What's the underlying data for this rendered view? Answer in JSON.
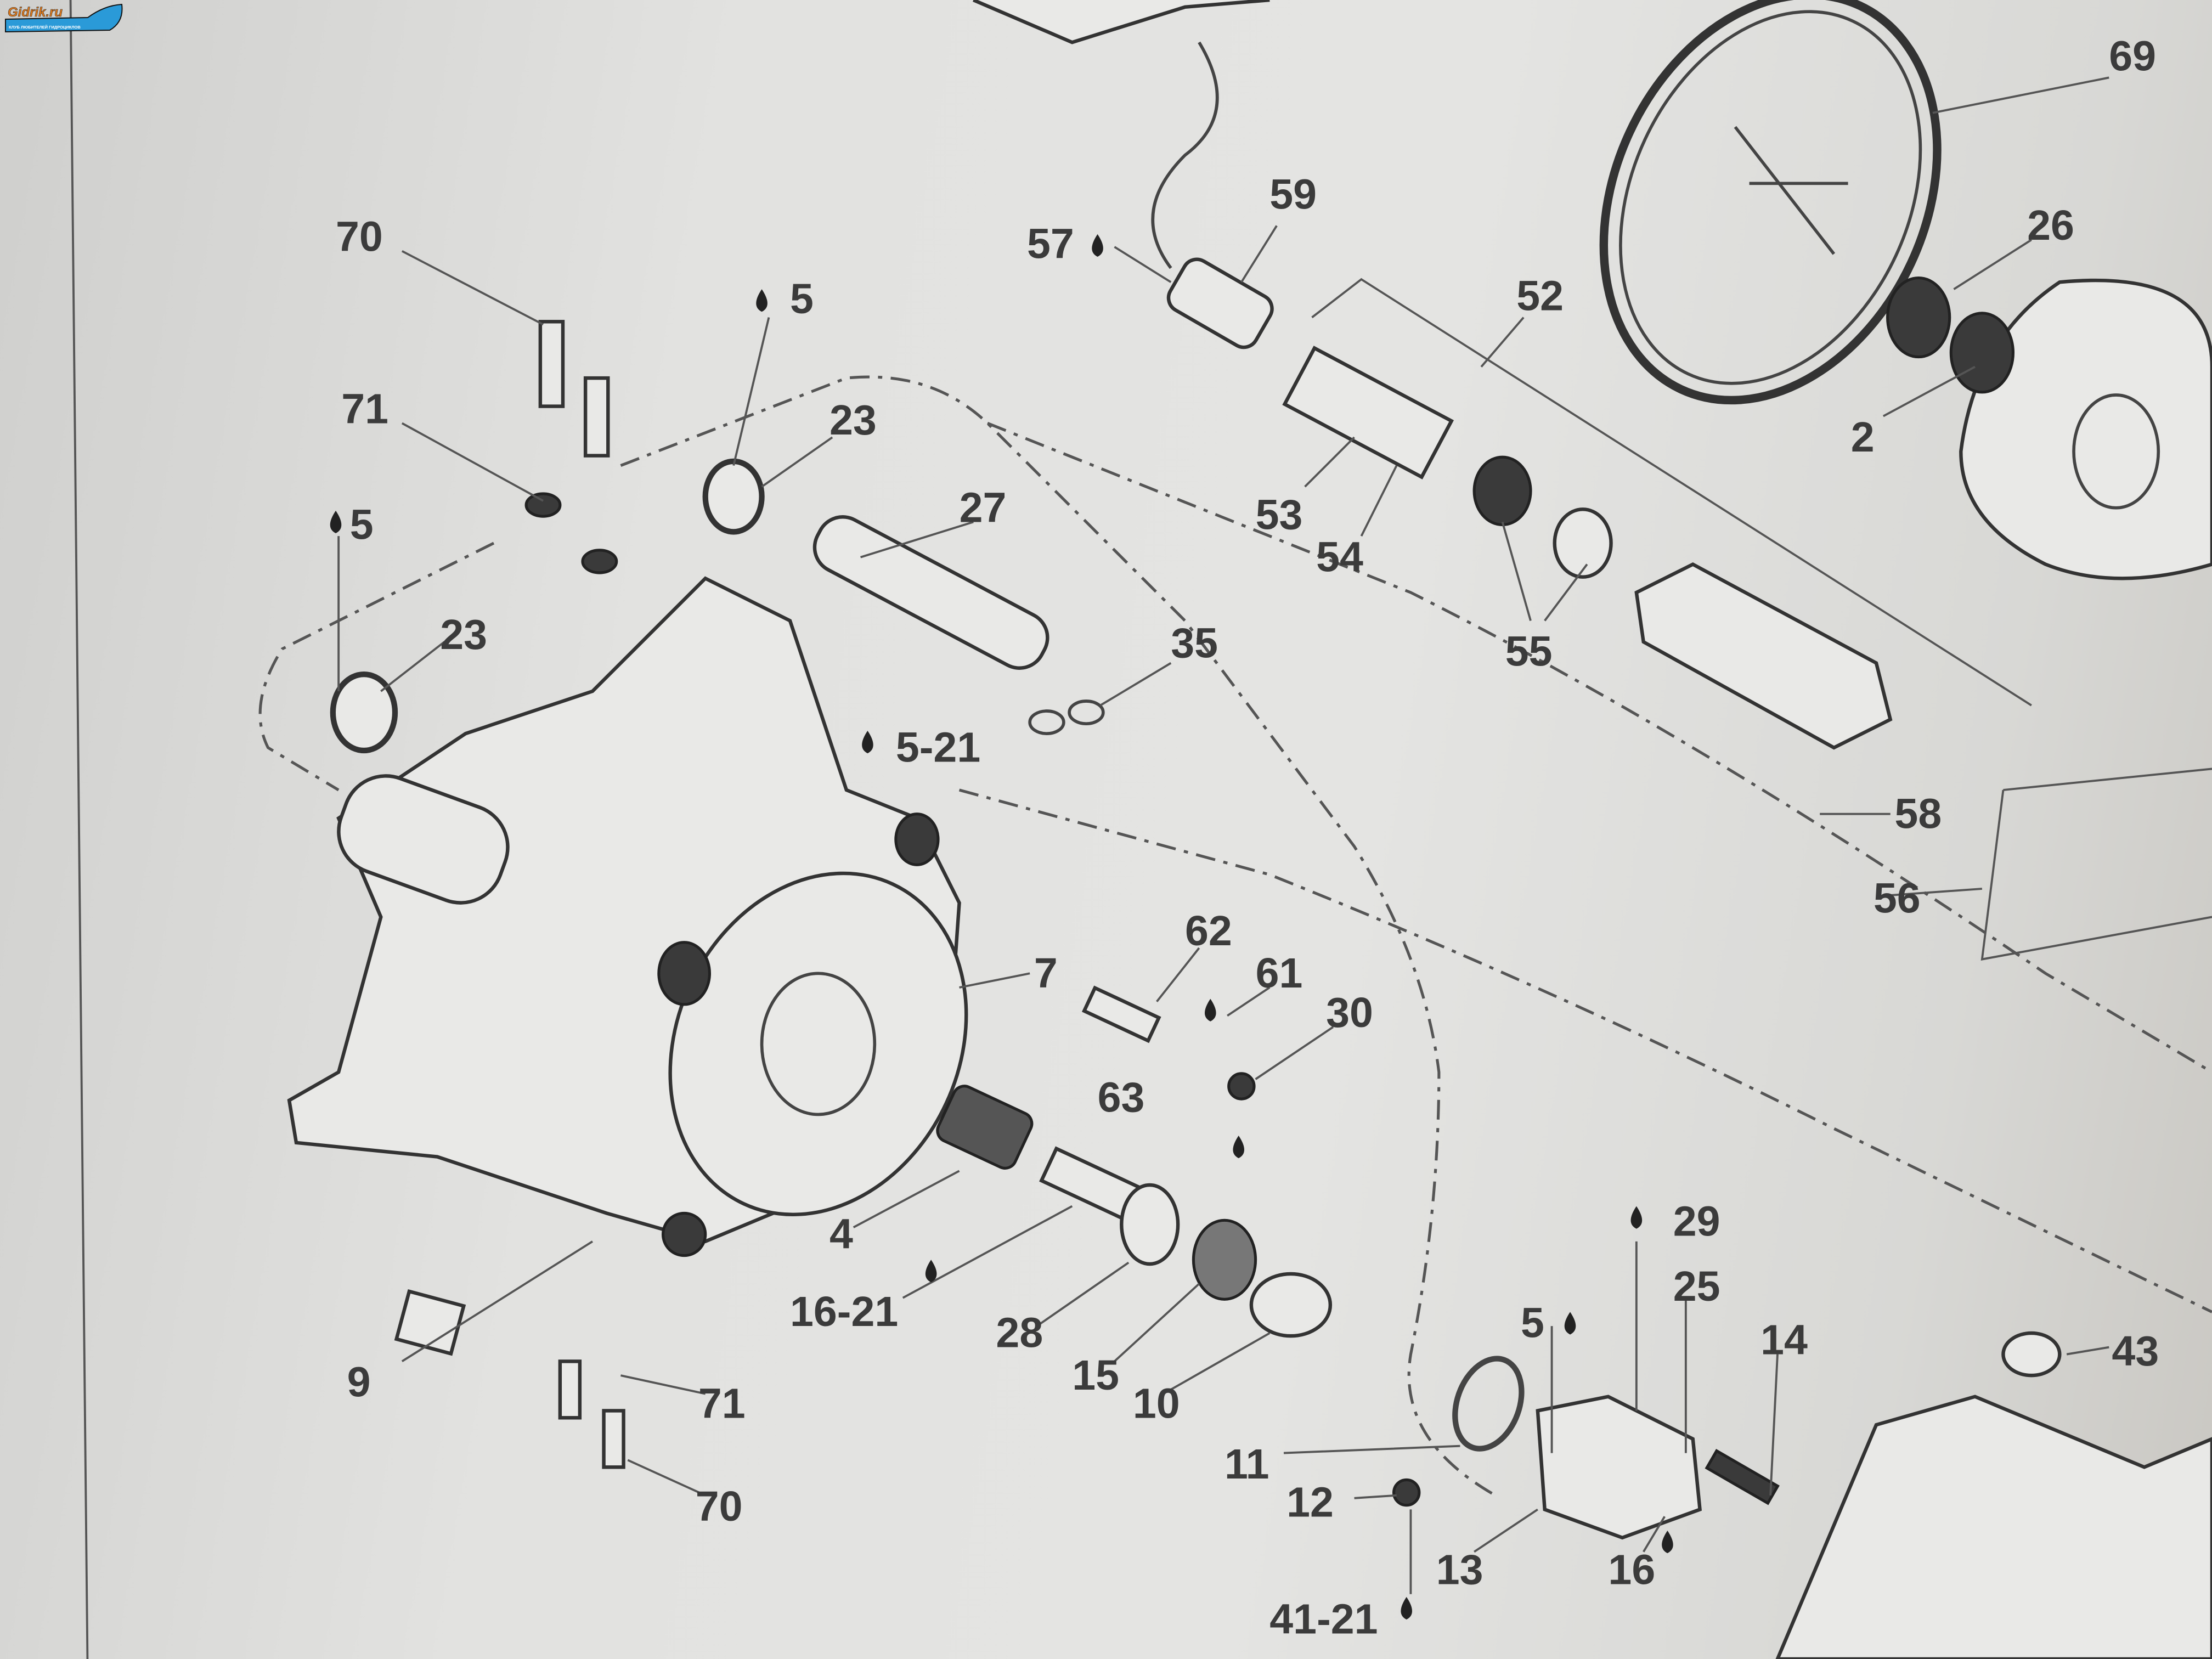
{
  "diagram": {
    "labels": [
      "70",
      "71",
      "5",
      "5",
      "23",
      "23",
      "27",
      "35",
      "5-21",
      "7",
      "62",
      "61",
      "30",
      "63",
      "4",
      "16-21",
      "28",
      "15",
      "10",
      "9",
      "71",
      "70",
      "11",
      "12",
      "13",
      "16",
      "41-21",
      "5",
      "29",
      "25",
      "14",
      "43",
      "57",
      "59",
      "52",
      "53",
      "54",
      "55",
      "58",
      "56",
      "69",
      "26",
      "2"
    ]
  },
  "watermark": {
    "brand": "Gidrik.ru",
    "tagline": "КЛУБ ЛЮБИТЕЛЕЙ ГИДРОЦИКЛОВ",
    "brand_color": "#e07a1c",
    "accent_color": "#2a9ad8"
  }
}
